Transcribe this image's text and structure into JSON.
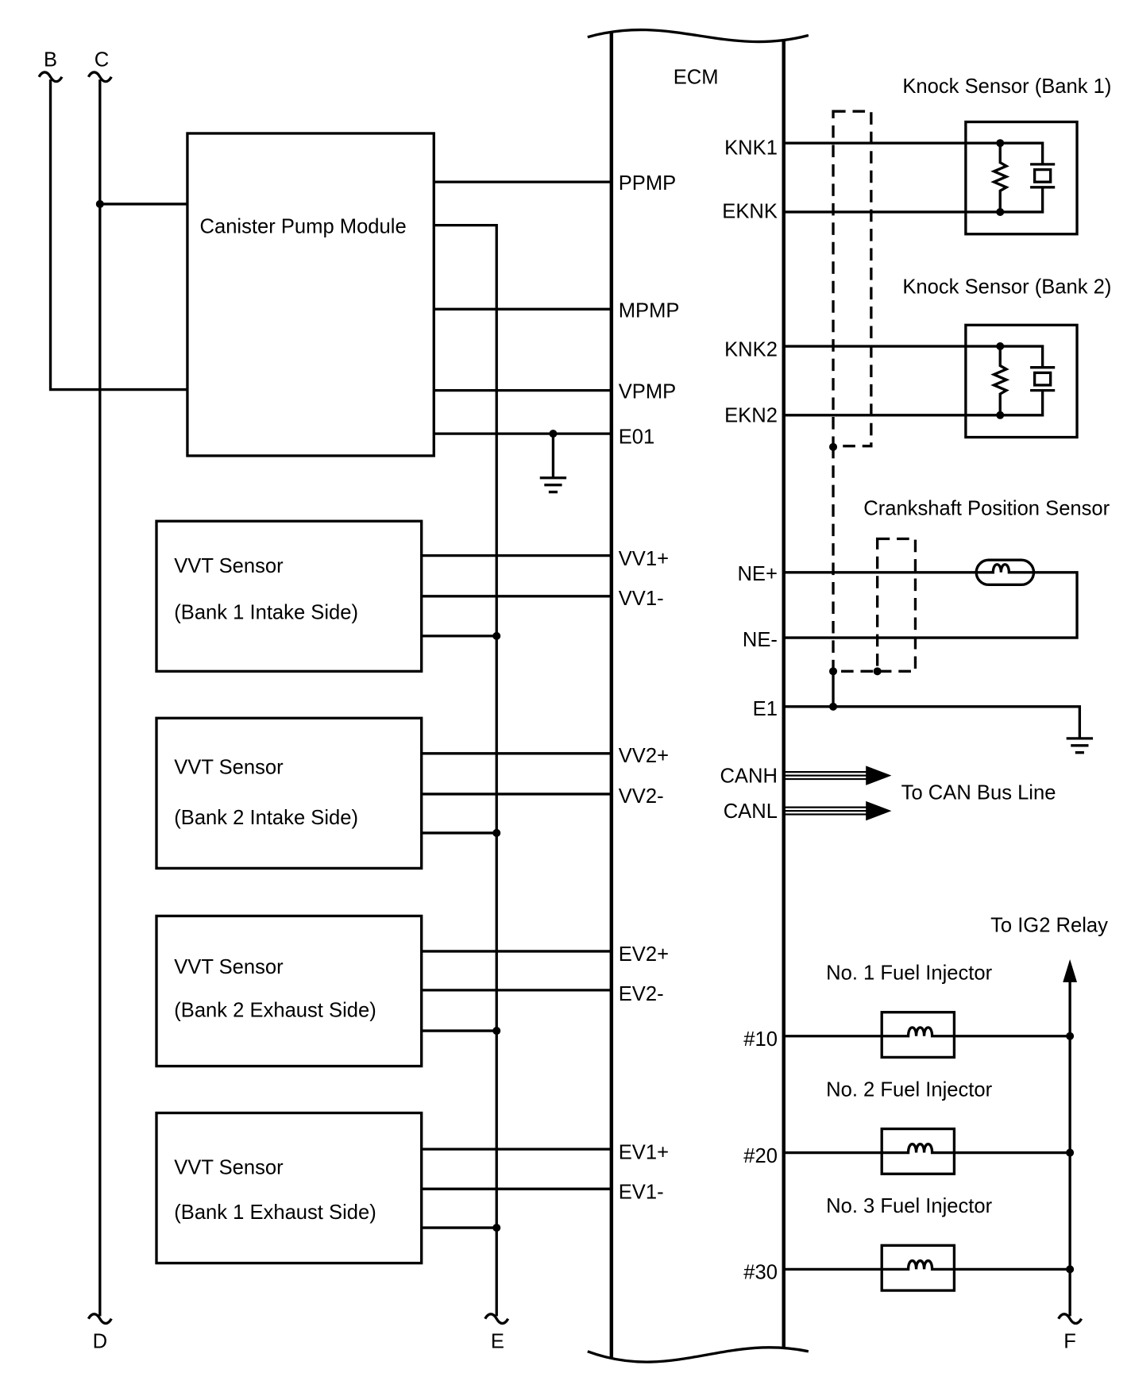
{
  "connectors": {
    "top_left": "B",
    "top_mid": "C",
    "bottom_left": "D",
    "bottom_mid": "E",
    "bottom_right": "F"
  },
  "ecm": {
    "label": "ECM",
    "pins_left": {
      "ppmp": "PPMP",
      "mpmp": "MPMP",
      "vpmp": "VPMP",
      "e01": "E01",
      "vv1p": "VV1+",
      "vv1m": "VV1-",
      "vv2p": "VV2+",
      "vv2m": "VV2-",
      "ev2p": "EV2+",
      "ev2m": "EV2-",
      "ev1p": "EV1+",
      "ev1m": "EV1-"
    },
    "pins_right": {
      "knk1": "KNK1",
      "eknk": "EKNK",
      "knk2": "KNK2",
      "ekn2": "EKN2",
      "nep": "NE+",
      "nem": "NE-",
      "e1": "E1",
      "canh": "CANH",
      "canl": "CANL",
      "n10": "#10",
      "n20": "#20",
      "n30": "#30"
    }
  },
  "canister_pump_module": {
    "label": "Canister Pump Module"
  },
  "vvt_sensors": [
    {
      "title": "VVT Sensor",
      "subtitle": "(Bank 1 Intake Side)"
    },
    {
      "title": "VVT Sensor",
      "subtitle": "(Bank 2 Intake Side)"
    },
    {
      "title": "VVT Sensor",
      "subtitle": "(Bank 2 Exhaust Side)"
    },
    {
      "title": "VVT Sensor",
      "subtitle": "(Bank 1 Exhaust Side)"
    }
  ],
  "knock_sensors": [
    {
      "label": "Knock Sensor (Bank 1)"
    },
    {
      "label": "Knock Sensor (Bank 2)"
    }
  ],
  "crankshaft_position_sensor": {
    "label": "Crankshaft Position Sensor"
  },
  "can_bus": {
    "label": "To CAN Bus Line"
  },
  "ig2_relay": {
    "label": "To IG2 Relay"
  },
  "fuel_injectors": [
    {
      "label": "No. 1 Fuel Injector"
    },
    {
      "label": "No. 2 Fuel Injector"
    },
    {
      "label": "No. 3 Fuel Injector"
    }
  ],
  "colors": {
    "line": "#000000",
    "background": "#ffffff"
  }
}
